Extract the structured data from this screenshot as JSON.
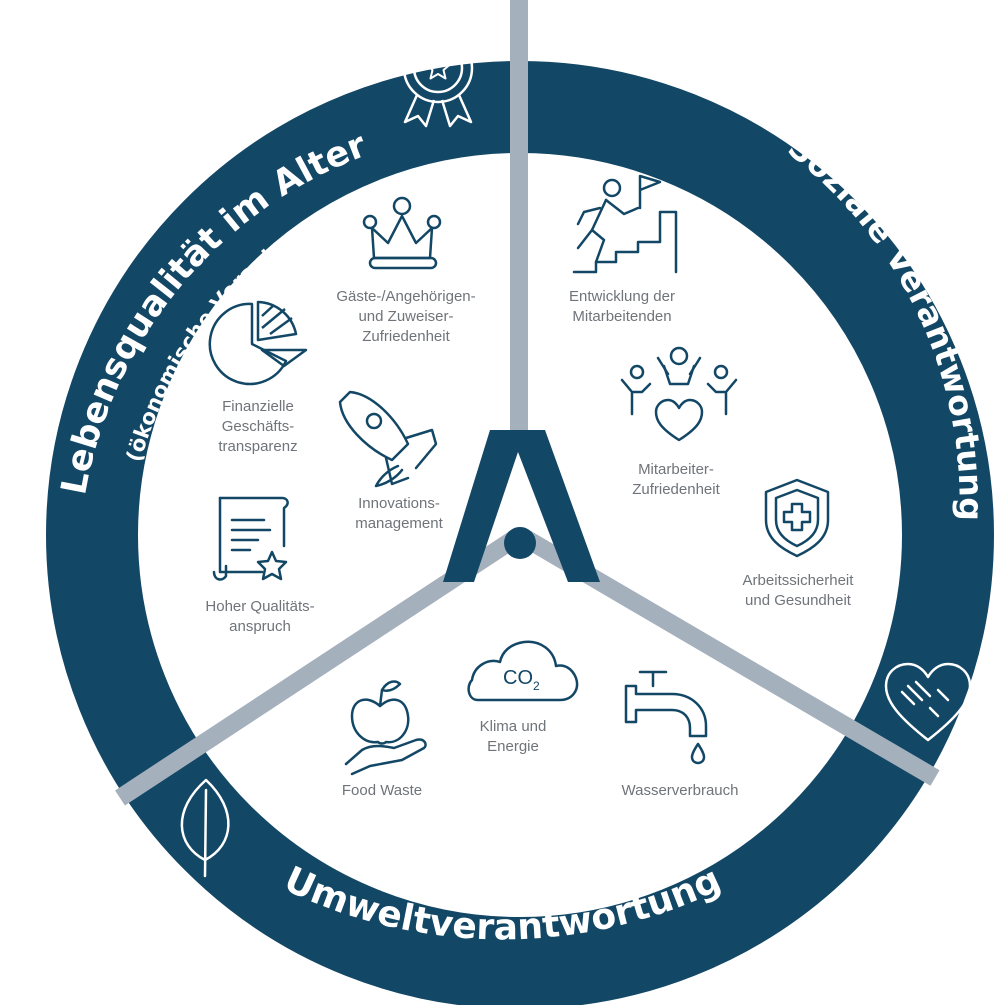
{
  "colors": {
    "ring": "#134766",
    "divider": "#a5b0bd",
    "icon": "#134766",
    "label_text": "#6f747a",
    "background": "#ffffff"
  },
  "ring": {
    "left_title": "Lebensqualität im Alter",
    "left_subtitle": "(ökonomische Verantwortung)",
    "right_title": "Soziale Verantwortung",
    "bottom_title": "Umweltverantwortung"
  },
  "ring_icons": [
    "award-badge-icon",
    "handshake-heart-icon",
    "leaf-icon"
  ],
  "items": {
    "guest_satisfaction": {
      "label": "Gäste-/Angehörigen-\nund Zuweiser-\nZufriedenheit",
      "icon": "crown-icon"
    },
    "financial_transparency": {
      "label": "Finanzielle\nGeschäfts-\ntransparenz",
      "icon": "pie-chart-icon"
    },
    "innovation": {
      "label": "Innovations-\nmanagement",
      "icon": "rocket-icon"
    },
    "quality": {
      "label": "Hoher Qualitäts-\nanspruch",
      "icon": "certificate-icon"
    },
    "staff_development": {
      "label": "Entwicklung der\nMitarbeitenden",
      "icon": "climbing-stairs-icon"
    },
    "staff_satisfaction": {
      "label": "Mitarbeiter-\nZufriedenheit",
      "icon": "team-heart-icon"
    },
    "safety_health": {
      "label": "Arbeitssicherheit\nund Gesundheit",
      "icon": "shield-cross-icon"
    },
    "climate_energy": {
      "label": "Klima und\nEnergie",
      "icon": "co2-cloud-icon",
      "cloud_text": "CO",
      "cloud_sub": "2"
    },
    "food_waste": {
      "label": "Food Waste",
      "icon": "apple-hand-icon"
    },
    "water": {
      "label": "Wasserverbrauch",
      "icon": "water-tap-icon"
    }
  }
}
